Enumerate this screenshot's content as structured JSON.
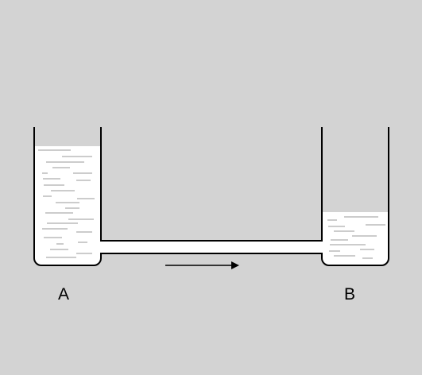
{
  "diagram": {
    "vessel_a_label": "A",
    "vessel_b_label": "B",
    "flow_direction": "A to B",
    "colors": {
      "background": "#d3d3d3",
      "liquid": "#ffffff",
      "liquid_hatch": "#999999",
      "outline": "#000000"
    }
  }
}
